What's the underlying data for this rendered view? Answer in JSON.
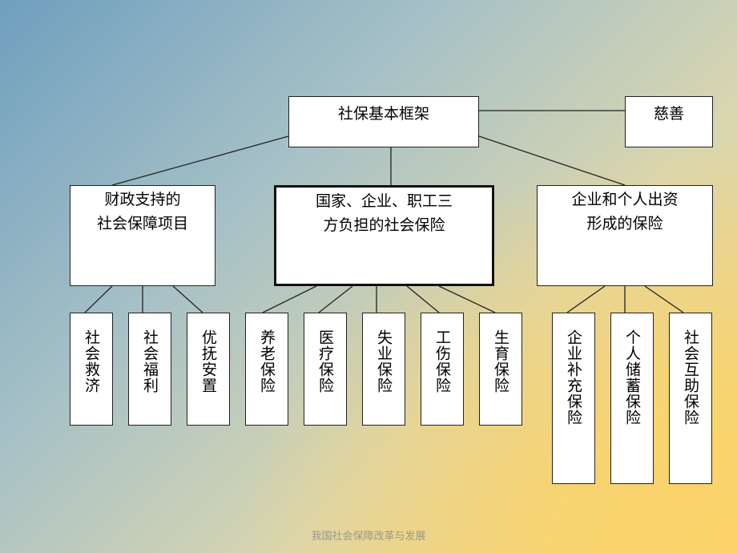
{
  "diagram": {
    "root": "社保基本框架",
    "charity": "慈善",
    "branches": [
      {
        "label_lines": [
          "财政支持的",
          "社会保障项目"
        ],
        "children": [
          "社会救济",
          "社会福利",
          "优抚安置"
        ]
      },
      {
        "label_lines": [
          "国家、企业、职工三",
          "方负担的社会保险"
        ],
        "children": [
          "养老保险",
          "医疗保险",
          "失业保险",
          "工伤保险",
          "生育保险"
        ]
      },
      {
        "label_lines": [
          "企业和个人出资",
          "形成的保险"
        ],
        "children": [
          "企业补充保险",
          "个人储蓄保险",
          "社会互助保险"
        ]
      }
    ]
  },
  "footer": "我国社会保障改革与发展"
}
